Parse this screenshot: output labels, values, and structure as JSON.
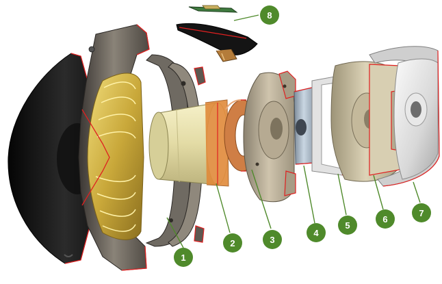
{
  "diagram": {
    "kind": "exploded-view",
    "callouts": [
      {
        "label": "1"
      },
      {
        "label": "2"
      },
      {
        "label": "3"
      },
      {
        "label": "4"
      },
      {
        "label": "5"
      },
      {
        "label": "6"
      },
      {
        "label": "7"
      },
      {
        "label": "8"
      }
    ],
    "colors": {
      "callout_fill": "#4f8a2b",
      "leader_line": "#4f8a2b",
      "section_edge": "#e02020",
      "cone": "#1a1a1a",
      "surround_ring": "#7a7266",
      "voice_coil": "#e6dfae",
      "spider": "#d0b040",
      "spacer_ring": "#cc7a3a",
      "top_plate": "#c7bba3",
      "magnet": "#b9c8d6",
      "back_plate": "#d5ccb0",
      "rear_housing": "#e4e4e4",
      "connector_pcb": "#3f7a3f"
    }
  }
}
